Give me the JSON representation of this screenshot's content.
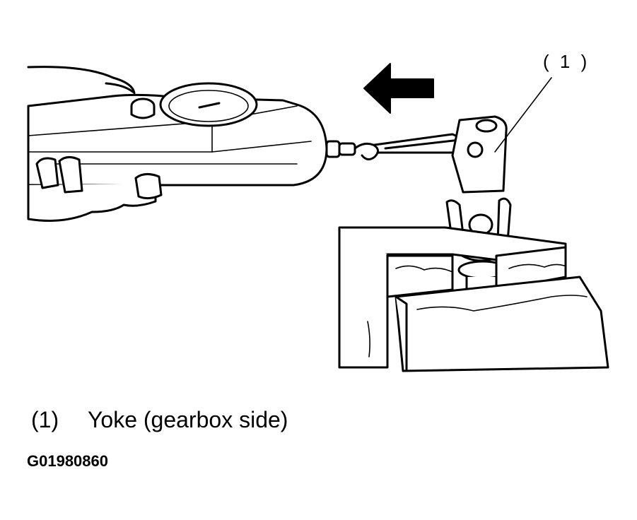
{
  "callout": {
    "marker": "( 1 )"
  },
  "legend": {
    "items": [
      {
        "number": "(1)",
        "label": "Yoke (gearbox side)"
      }
    ]
  },
  "figure_code": "G01980860",
  "icons": {
    "pull_direction": "arrow-left-icon"
  }
}
